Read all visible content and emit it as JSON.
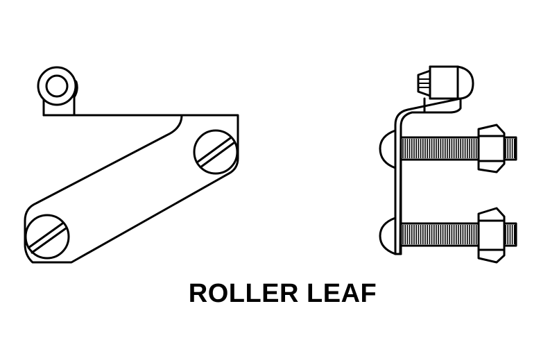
{
  "diagram": {
    "caption": "ROLLER LEAF",
    "colors": {
      "ink": "#000000",
      "background": "#ffffff"
    },
    "views": [
      {
        "name": "side-view",
        "parts": [
          "roller",
          "roller-bracket",
          "leaf-arm",
          "slotted-screw-upper",
          "slotted-screw-lower"
        ]
      },
      {
        "name": "front-view",
        "parts": [
          "roller",
          "bracket",
          "upper-bolt",
          "lower-bolt",
          "hex-nut-upper",
          "hex-nut-lower"
        ]
      }
    ]
  }
}
